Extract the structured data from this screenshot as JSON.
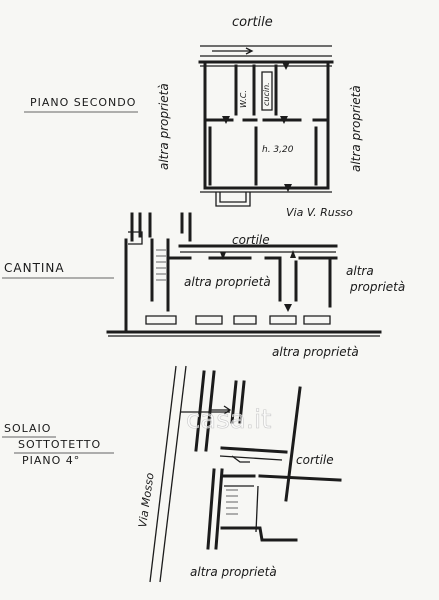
{
  "plan": {
    "levels": {
      "second_floor": "PIANO  SECONDO",
      "cellar": "CANTINA",
      "attic_line1": "SOLAIO",
      "attic_line2": "SOTTOTETTO",
      "attic_line3": "PIANO 4°"
    },
    "labels": {
      "cortile_top": "cortile",
      "altra_left": "altra proprietà",
      "altra_right": "altra proprietà",
      "wc": "W.C.",
      "cucina": "cucin.",
      "height": "h. 3,20",
      "street_russo": "Via V. Russo",
      "cortile_cellar": "cortile",
      "altra_cellar_mid": "altra proprietà",
      "altra_cellar_right_1": "altra",
      "altra_cellar_right_2": "proprietà",
      "altra_cellar_bottom": "altra proprietà",
      "street_mosso": "Via Mosso",
      "cortile_attic": "cortile",
      "altra_attic_bottom": "altra proprietà"
    },
    "watermark": "casa.it",
    "colors": {
      "ink": "#1c1c1c",
      "paper": "#f7f7f4"
    }
  }
}
